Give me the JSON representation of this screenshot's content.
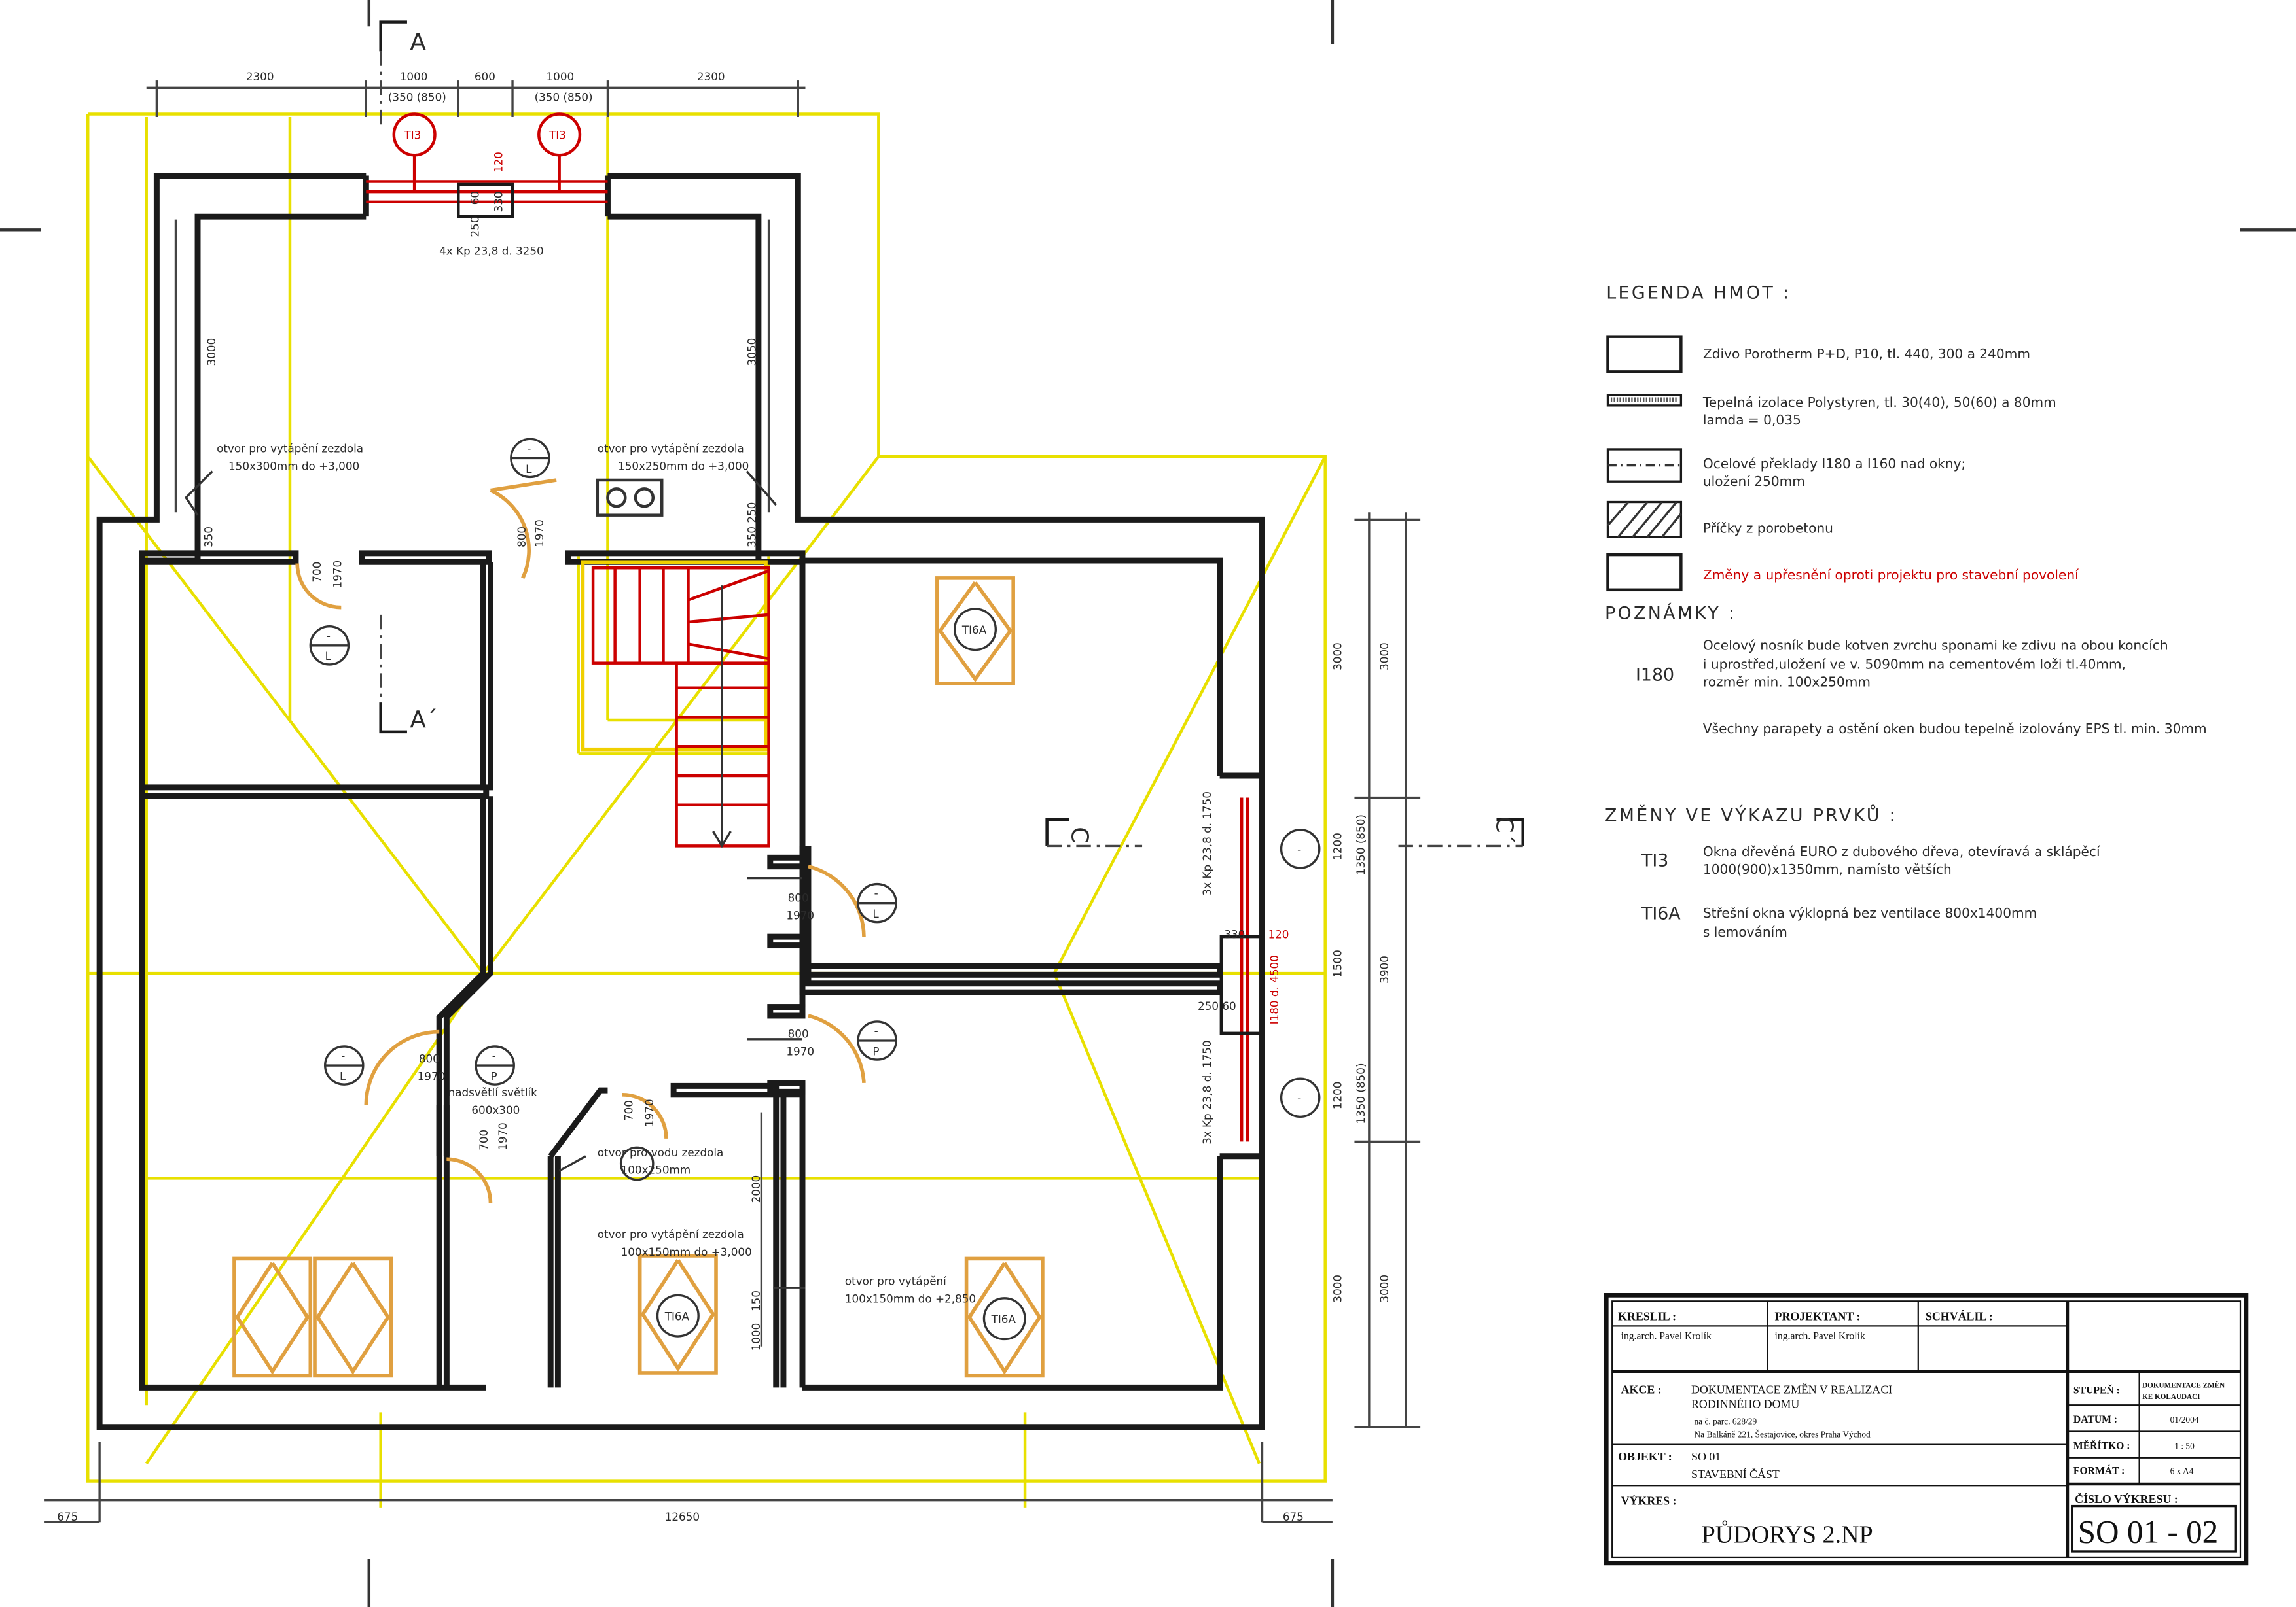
{
  "section_marks": {
    "a_top": "A",
    "a_bottom": "A´",
    "c_left": "C",
    "c_right": "C´"
  },
  "top_dims": {
    "d1": "2300",
    "d2": "1000",
    "d2_sub": "(350 (850)",
    "d3": "600",
    "d4": "1000",
    "d4_sub": "(350 (850)",
    "d5": "2300"
  },
  "window_tags": {
    "ti13": "TI3",
    "ti16a": "TI6A"
  },
  "room_labels": {
    "kp_top": "4x Kp 23,8 d. 3250",
    "dim_3000_left": "3000",
    "dim_3050_right": "3050",
    "dim_250": "250",
    "dim_60": "60",
    "dim_330": "330",
    "dim_120": "120",
    "otvor_left_1": "otvor pro vytápění zezdola",
    "otvor_left_2": "150x300mm do +3,000",
    "otvor_right_1": "otvor pro vytápění zezdola",
    "otvor_right_2": "150x250mm do +3,000",
    "door_800": "800",
    "door_1970": "1970",
    "door_700": "700",
    "dim_350": "350",
    "dim_350_250": "350  250",
    "kp_mid_1": "3x Kp 23,8 d. 1750",
    "kp_mid_2": "3x Kp 23,8 d. 1750",
    "i180": "I180 d. 4500",
    "dim_250_60": "250  60",
    "svetlik_1": "nadsvětlí světlík",
    "svetlik_2": "600x300",
    "otvor_voda_1": "otvor pro vodu zezdola",
    "otvor_voda_2": "100x250mm",
    "otvor_vyt_1": "otvor pro vytápění zezdola",
    "otvor_vyt_2": "100x150mm do +3,000",
    "otvor_vyt3_1": "otvor pro vytápění",
    "otvor_vyt3_2": "100x150mm do +2,850",
    "dim_2000": "2000",
    "dim_150": "150",
    "dim_1000": "1000",
    "L": "L",
    "P": "P",
    "minus": "-",
    "r_3000a": "3000",
    "r_3000b": "3000",
    "r_1200a": "1200",
    "r_1350a": "1350 (850)",
    "r_1500": "1500",
    "r_3900": "3900",
    "r_1200b": "1200",
    "r_1350b": "1350 (850)",
    "r_3000c": "3000",
    "r_3000d": "3000"
  },
  "bottom_dims": {
    "left": "675",
    "mid": "12650",
    "right": "675"
  },
  "legend": {
    "title": "LEGENDA HMOT :",
    "item1": "Zdivo Porotherm P+D, P10, tl. 440, 300 a 240mm",
    "item2a": "Tepelná izolace Polystyren, tl. 30(40), 50(60) a 80mm",
    "item2b": "lamda = 0,035",
    "item3a": "Ocelové překlady I180 a I160 nad okny;",
    "item3b": "uložení 250mm",
    "item4": "Příčky z porobetonu",
    "item5": "Změny  a upřesnění oproti projektu pro stavební povolení"
  },
  "notes": {
    "title": "POZNÁMKY :",
    "code": "I180",
    "line1": "Ocelový nosník bude kotven zvrchu sponami ke zdivu na obou koncích",
    "line2": "i uprostřed,uložení ve v. 5090mm na cementovém loži tl.40mm,",
    "line3": "rozměr min. 100x250mm",
    "line4": "Všechny parapety a ostění oken budou tepelně izolovány EPS tl. min. 30mm"
  },
  "changes": {
    "title": "ZMĚNY VE VÝKAZU PRVKŮ  :",
    "c1_code": "TI3",
    "c1_line1": "Okna dřevěná EURO z dubového dřeva, otevíravá a sklápěcí",
    "c1_line2": "1000(900)x1350mm, namísto větších",
    "c2_code": "TI6A",
    "c2_line1": "Střešní okna výklopná bez ventilace 800x1400mm",
    "c2_line2": "s lemováním"
  },
  "titleblock": {
    "kreslil_label": "KRESLIL :",
    "kreslil": "ing.arch. Pavel Krolík",
    "projektant_label": "PROJEKTANT :",
    "projektant": "ing.arch. Pavel Krolík",
    "schvalil_label": "SCHVÁLIL :",
    "akce_label": "AKCE :",
    "akce1": "DOKUMENTACE ZMĚN V REALIZACI",
    "akce2": "RODINNÉHO DOMU",
    "akce3": "na č. parc. 628/29",
    "akce4": "Na Balkáně 221, Šestajovice, okres Praha Východ",
    "stupen_label": "STUPEŇ :",
    "stupen1": "DOKUMENTACE ZMĚN",
    "stupen2": "KE KOLAUDACI",
    "datum_label": "DATUM :",
    "datum": "01/2004",
    "meritko_label": "MĚŘÍTKO :",
    "meritko": "1 : 50",
    "format_label": "FORMÁT :",
    "format": "6 x A4",
    "objekt_label": "OBJEKT :",
    "objekt1": "SO 01",
    "objekt2": "STAVEBNÍ ČÁST",
    "vykres_label": "VÝKRES :",
    "vykres": "PŮDORYS 2.NP",
    "cislo_label": "ČÍSLO VÝKRESU :",
    "cislo": "SO 01 - 02"
  }
}
